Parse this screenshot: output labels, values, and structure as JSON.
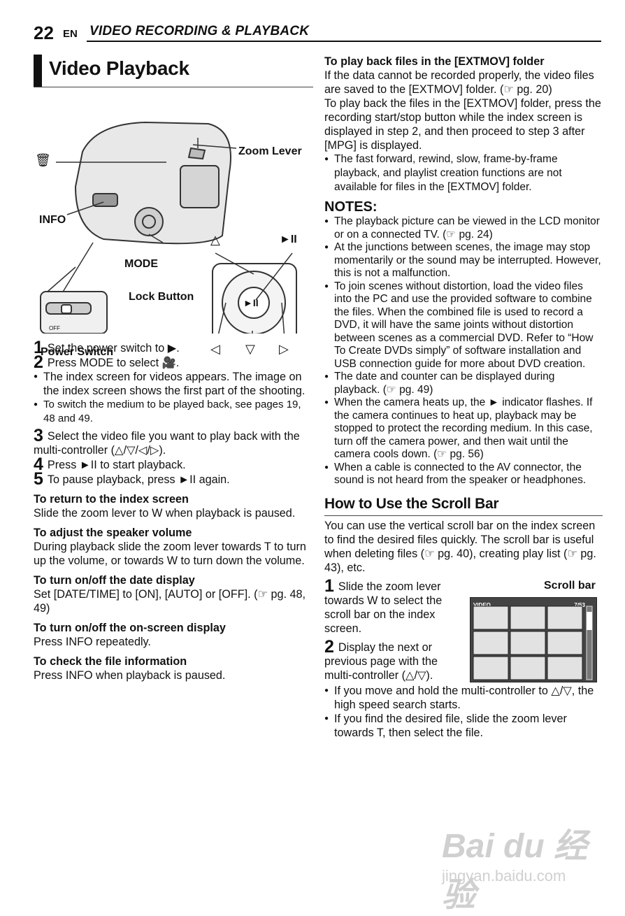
{
  "header": {
    "page_number": "22",
    "lang": "EN",
    "section": "VIDEO RECORDING & PLAYBACK"
  },
  "left": {
    "title": "Video Playback",
    "diagram": {
      "trash_icon": "🗑",
      "zoom_lever": "Zoom Lever",
      "info": "INFO",
      "mode": "MODE",
      "lock_button": "Lock Button",
      "power_switch": "Power Switch",
      "play_pause": "►II",
      "up": "△",
      "down": "▽",
      "left": "◁",
      "right": "▷",
      "switch_text": "OFF"
    },
    "steps": [
      {
        "n": "1",
        "text": "Set the power switch to ▶."
      },
      {
        "n": "2",
        "text": "Press MODE to select 🎥."
      }
    ],
    "bullets1": [
      "The index screen for videos appears. The image on the index screen shows the first part of the shooting.",
      "To switch the medium to be played back, see pages 19, 48 and 49."
    ],
    "steps2": [
      {
        "n": "3",
        "text": "Select the video file you want to play back with the multi-controller (△/▽/◁/▷)."
      },
      {
        "n": "4",
        "text": "Press ►II to start playback."
      },
      {
        "n": "5",
        "text": "To pause playback, press ►II again."
      }
    ],
    "subsections": [
      {
        "head": "To return to the index screen",
        "body": "Slide the zoom lever to W when playback is paused."
      },
      {
        "head": "To adjust the speaker volume",
        "body": "During playback slide the zoom lever towards T to turn up the volume, or towards W to turn down the volume."
      },
      {
        "head": "To turn on/off the date display",
        "body": "Set [DATE/TIME] to [ON], [AUTO] or [OFF]. (☞ pg. 48, 49)"
      },
      {
        "head": "To turn on/off the on-screen display",
        "body": "Press INFO repeatedly."
      },
      {
        "head": "To check the file information",
        "body": "Press INFO when playback is paused."
      }
    ]
  },
  "right": {
    "extmov_head": "To play back files in the [EXTMOV] folder",
    "extmov_body1": "If the data cannot be recorded properly, the video files are saved to the [EXTMOV] folder. (☞ pg. 20)",
    "extmov_body2": "To play back the files in the [EXTMOV] folder, press the recording start/stop button while the index screen is displayed in step 2, and then proceed to step 3 after [MPG] is displayed.",
    "extmov_bullet": "The fast forward, rewind, slow, frame-by-frame playback, and playlist creation functions are not available for files in the [EXTMOV] folder.",
    "notes_head": "NOTES:",
    "notes": [
      "The playback picture can be viewed in the LCD monitor or on a connected TV. (☞ pg. 24)",
      "At the junctions between scenes, the image may stop momentarily or the sound may be interrupted. However, this is not a malfunction.",
      "To join scenes without distortion, load the video files into the PC and use the provided software to combine the files. When the combined file is used to record a DVD, it will have the same joints without distortion between scenes as a commercial DVD. Refer to “How To Create DVDs simply” of software installation and USB connection guide for more about DVD creation.",
      "The date and counter can be displayed during playback. (☞ pg. 49)",
      "When the camera heats up, the ► indicator flashes. If the camera continues to heat up, playback may be stopped to protect the recording medium. In this case, turn off the camera power, and then wait until the camera cools down. (☞ pg. 56)",
      "When a cable is connected to the AV connector, the sound is not heard from the speaker or headphones."
    ],
    "scroll_title": "How to Use the Scroll Bar",
    "scroll_intro": "You can use the vertical scroll bar on the index screen to find the desired files quickly. The scroll bar is useful when deleting files (☞ pg. 40), creating play list (☞ pg. 43), etc.",
    "scroll_label": "Scroll bar",
    "screen_video": "VIDEO",
    "screen_count": "7/53",
    "scroll_steps": [
      {
        "n": "1",
        "text": "Slide the zoom lever towards W to select the scroll bar on the index screen."
      },
      {
        "n": "2",
        "text": "Display the next or previous page with the multi-controller (△/▽)."
      }
    ],
    "scroll_bullets": [
      "If you move and hold the multi-controller to △/▽, the high speed search starts.",
      "If you find the desired file, slide the zoom lever towards T, then select the file."
    ]
  },
  "watermark": {
    "brand": "Bai du 经验",
    "url": "jingyan.baidu.com"
  },
  "colors": {
    "text": "#111111",
    "diagram": "#333333",
    "watermark": "#aaaaaa"
  }
}
